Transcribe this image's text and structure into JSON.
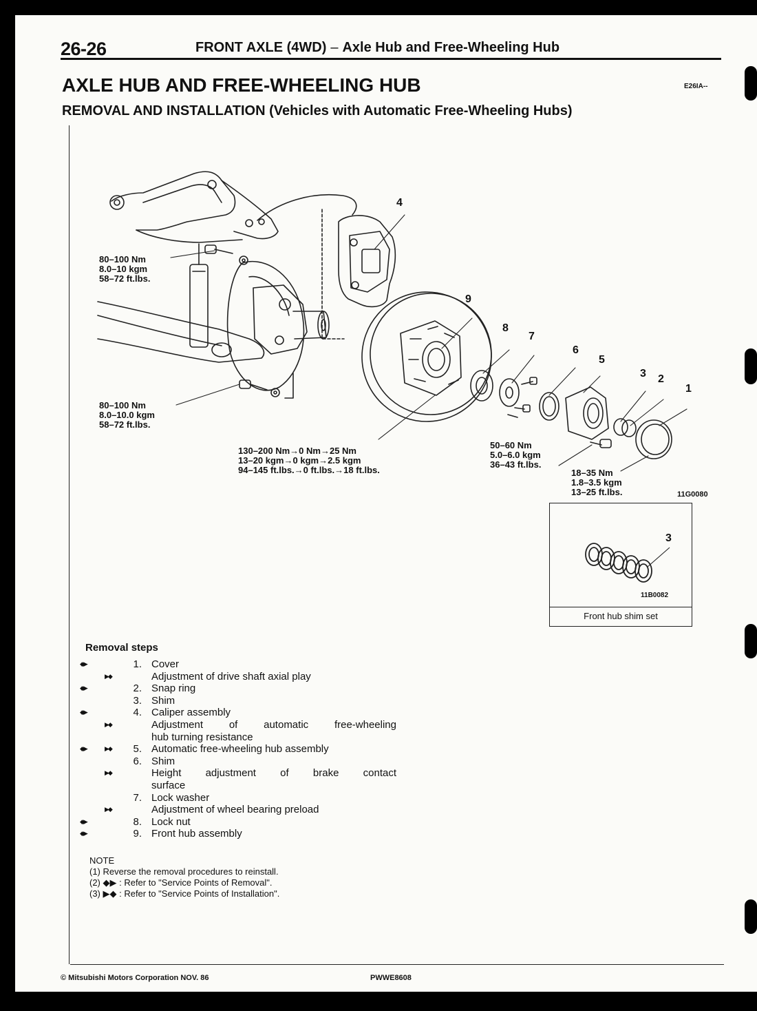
{
  "header": {
    "page_number": "26-26",
    "section": "FRONT AXLE (4WD)",
    "dash": "–",
    "subsection": "Axle Hub and Free-Wheeling Hub"
  },
  "title": "AXLE HUB AND FREE-WHEELING HUB",
  "doc_code": "E26IA--",
  "subtitle": "REMOVAL AND INSTALLATION (Vehicles with Automatic Free-Wheeling Hubs)",
  "torque_labels": {
    "upper_ball_joint": [
      "80–100 Nm",
      "8.0–10 kgm",
      "58–72 ft.lbs."
    ],
    "lower_ball_joint": [
      "80–100 Nm",
      "8.0–10.0 kgm",
      "58–72 ft.lbs."
    ],
    "lock_nut": [
      "130–200 Nm→0 Nm→25 Nm",
      "13–20 kgm→0 kgm→2.5 kgm",
      "94–145 ft.lbs.→0 ft.lbs.→18 ft.lbs."
    ],
    "free_wheeling_hub_bolts": [
      "50–60 Nm",
      "5.0–6.0 kgm",
      "36–43 ft.lbs."
    ],
    "cover_bolts": [
      "18–35 Nm",
      "1.8–3.5 kgm",
      "13–25 ft.lbs."
    ]
  },
  "part_numbers": {
    "p1": "1",
    "p2": "2",
    "p3": "3",
    "p4": "4",
    "p5": "5",
    "p6": "6",
    "p7": "7",
    "p8": "8",
    "p9": "9"
  },
  "figure_code": "11G0080",
  "inset": {
    "part_number": "3",
    "figure_code": "11B0082",
    "caption": "Front hub shim set"
  },
  "removal_steps": {
    "heading": "Removal steps",
    "items": [
      {
        "m1": "◆▶",
        "m2": "",
        "num": "1.",
        "text": "Cover"
      },
      {
        "m1": "",
        "m2": "▶◆",
        "num": "",
        "text": "Adjustment of drive shaft axial play"
      },
      {
        "m1": "◆▶",
        "m2": "",
        "num": "2.",
        "text": "Snap ring"
      },
      {
        "m1": "",
        "m2": "",
        "num": "3.",
        "text": "Shim"
      },
      {
        "m1": "◆▶",
        "m2": "",
        "num": "4.",
        "text": "Caliper assembly"
      },
      {
        "m1": "",
        "m2": "▶◆",
        "num": "",
        "text": "Adjustment of automatic free-wheeling",
        "justify": true
      },
      {
        "m1": "",
        "m2": "",
        "num": "",
        "text": "hub turning resistance"
      },
      {
        "m1": "◆▶",
        "m2": "▶◆",
        "num": "5.",
        "text": "Automatic free-wheeling hub assembly"
      },
      {
        "m1": "",
        "m2": "",
        "num": "6.",
        "text": "Shim"
      },
      {
        "m1": "",
        "m2": "▶◆",
        "num": "",
        "text": "Height adjustment of brake contact",
        "justify": true
      },
      {
        "m1": "",
        "m2": "",
        "num": "",
        "text": "surface"
      },
      {
        "m1": "",
        "m2": "",
        "num": "7.",
        "text": "Lock washer"
      },
      {
        "m1": "",
        "m2": "▶◆",
        "num": "",
        "text": "Adjustment of wheel bearing preload"
      },
      {
        "m1": "◆▶",
        "m2": "",
        "num": "8.",
        "text": "Lock nut"
      },
      {
        "m1": "◆▶",
        "m2": "",
        "num": "9.",
        "text": "Front hub assembly"
      }
    ]
  },
  "note": {
    "heading": "NOTE",
    "lines": [
      "(1) Reverse the removal procedures to reinstall.",
      "(2) ◆▶ : Refer to \"Service Points of Removal\".",
      "(3) ▶◆ : Refer to \"Service Points of Installation\"."
    ]
  },
  "footer": {
    "left": "© Mitsubishi Motors Corporation   NOV. 86",
    "right": "PWWE8608"
  }
}
